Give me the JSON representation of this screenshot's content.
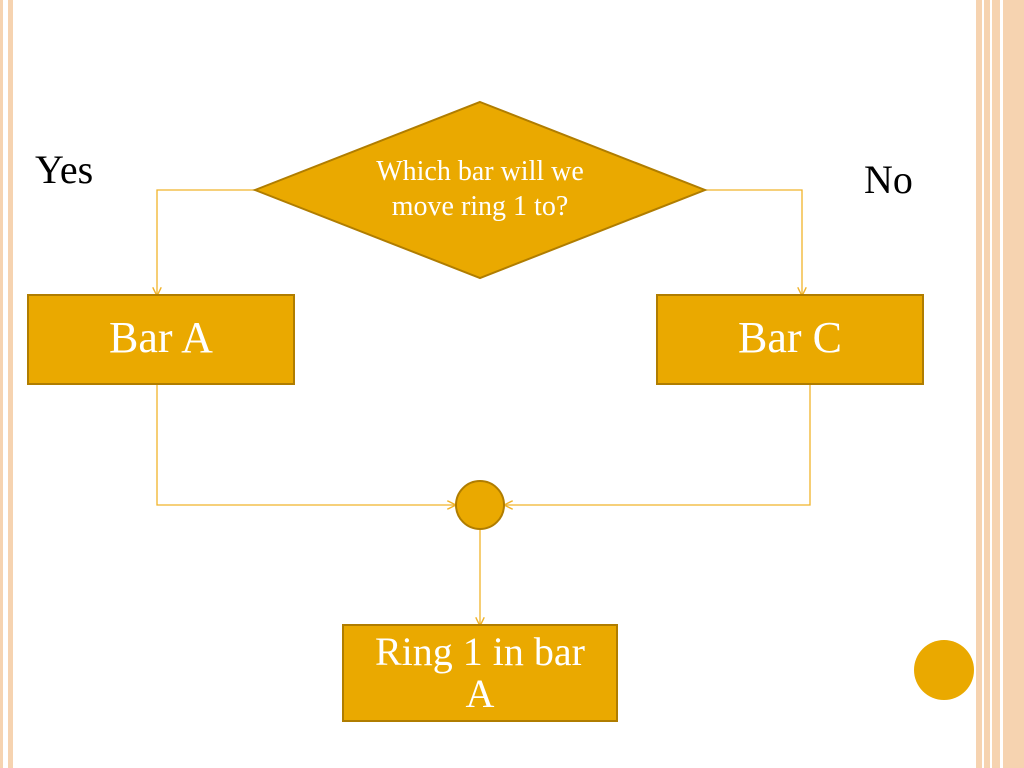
{
  "colors": {
    "shape_fill": "#eaa900",
    "shape_stroke": "#b07d00",
    "connector": "#f0b32a",
    "text_on_shape": "#ffffff",
    "label_text": "#000000",
    "border_peach": "#f6d3b0"
  },
  "diagram": {
    "decision_text": "Which bar will we move ring 1 to?",
    "branch_yes_label": "Yes",
    "branch_no_label": "No",
    "box_left_label": "Bar A",
    "box_right_label": "Bar C",
    "result_label": "Ring 1 in bar A"
  }
}
